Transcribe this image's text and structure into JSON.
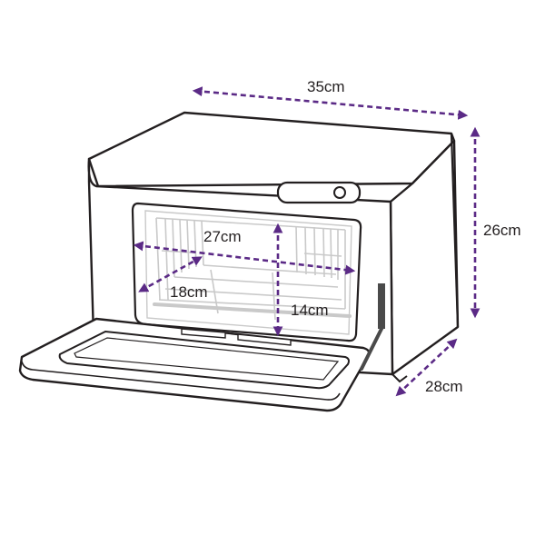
{
  "dimensions": {
    "outer_width": "35cm",
    "outer_height": "26cm",
    "outer_depth": "28cm",
    "inner_width": "27cm",
    "inner_depth": "18cm",
    "inner_height": "14cm"
  },
  "colors": {
    "outline": "#231f20",
    "arrow": "#5b2a86",
    "interior_line": "#c9c9c9",
    "handle": "#4a4a4a"
  }
}
